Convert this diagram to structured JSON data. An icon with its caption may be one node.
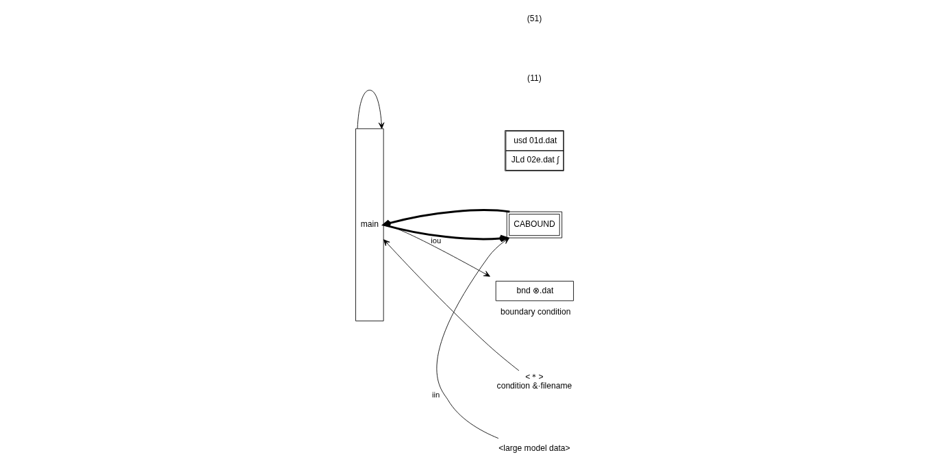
{
  "diagram": {
    "nodes": [
      {
        "text": [
          "main"
        ]
      },
      {
        "text": [
          "<＊>",
          "condition &·filename"
        ]
      },
      {
        "text": [
          "CABOUND"
        ]
      },
      {
        "text": [
          "<large model data>"
        ]
      },
      {
        "text": [
          "usd 01d.dat",
          "JLd 02e.dat ∫"
        ]
      },
      {
        "text": [
          "bnd ⊗.dat"
        ],
        "beside": [
          "boundary condition"
        ]
      }
    ],
    "edges": [
      {
        "from": 1,
        "to": 0,
        "arrow": "to"
      },
      {
        "from": 0,
        "to": 0,
        "arrow": "to"
      },
      {
        "from": 0,
        "to": 2,
        "arrow": "to",
        "style": "thick"
      },
      {
        "from": 2,
        "to": 0,
        "arrow": "to",
        "style": "thick"
      },
      {
        "from": 3,
        "to": 2,
        "arrow": "to",
        "label": "iin"
      },
      {
        "from": 0,
        "to": 5,
        "arrow": "to",
        "label": "iou"
      }
    ],
    "labels": [
      "(11)",
      "(51)"
    ]
  }
}
